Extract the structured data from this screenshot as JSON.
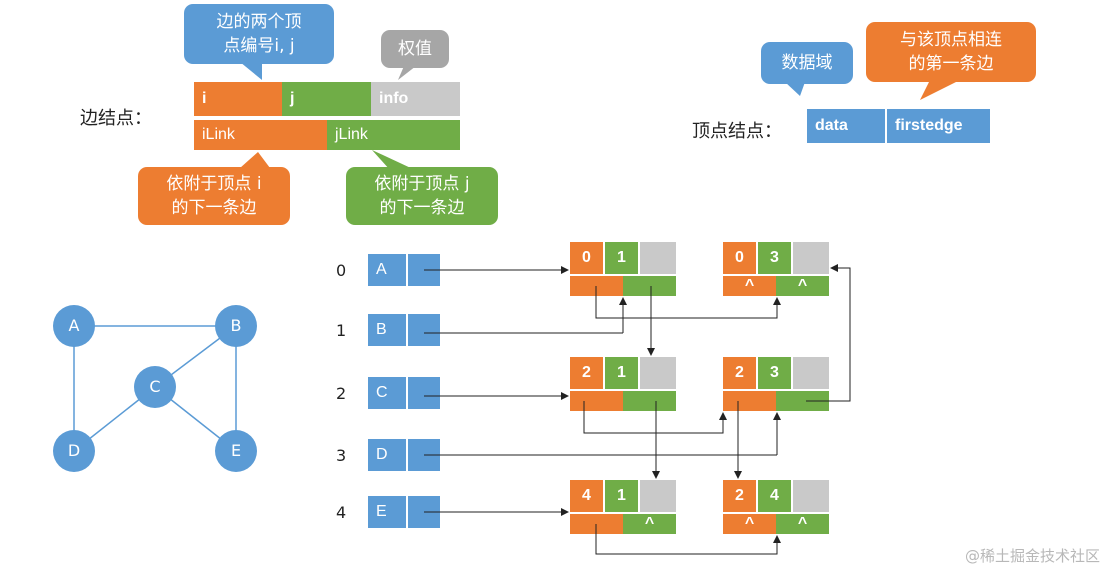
{
  "edge_node": {
    "label": "边结点：",
    "fields": {
      "i": "i",
      "j": "j",
      "info": "info",
      "ilink": "iLink",
      "jlink": "jLink"
    },
    "callouts": {
      "ij": "边的两个顶\n点编号i, j",
      "weight": "权值",
      "ilink": "依附于顶点 i\n的下一条边",
      "jlink": "依附于顶点 j\n的下一条边"
    }
  },
  "vertex_node": {
    "label": "顶点结点：",
    "fields": {
      "data": "data",
      "firstedge": "firstedge"
    },
    "callouts": {
      "data": "数据域",
      "firstedge": "与该顶点相连\n的第一条边"
    }
  },
  "graph": {
    "nodes": [
      "A",
      "B",
      "C",
      "D",
      "E"
    ]
  },
  "vertex_table": [
    {
      "index": "0",
      "data": "A"
    },
    {
      "index": "1",
      "data": "B"
    },
    {
      "index": "2",
      "data": "C"
    },
    {
      "index": "3",
      "data": "D"
    },
    {
      "index": "4",
      "data": "E"
    }
  ],
  "edge_nodes": [
    {
      "i": "0",
      "j": "1",
      "ilink": "",
      "jlink": ""
    },
    {
      "i": "0",
      "j": "3",
      "ilink": "^",
      "jlink": "^"
    },
    {
      "i": "2",
      "j": "1",
      "ilink": "",
      "jlink": ""
    },
    {
      "i": "2",
      "j": "3",
      "ilink": "",
      "jlink": ""
    },
    {
      "i": "4",
      "j": "1",
      "ilink": "",
      "jlink": "^"
    },
    {
      "i": "2",
      "j": "4",
      "ilink": "^",
      "jlink": "^"
    }
  ],
  "colors": {
    "orange": "#ed7d31",
    "green": "#70ad47",
    "gray": "#c9c9c9",
    "blue": "#5b9bd5"
  },
  "watermark": "@稀土掘金技术社区"
}
